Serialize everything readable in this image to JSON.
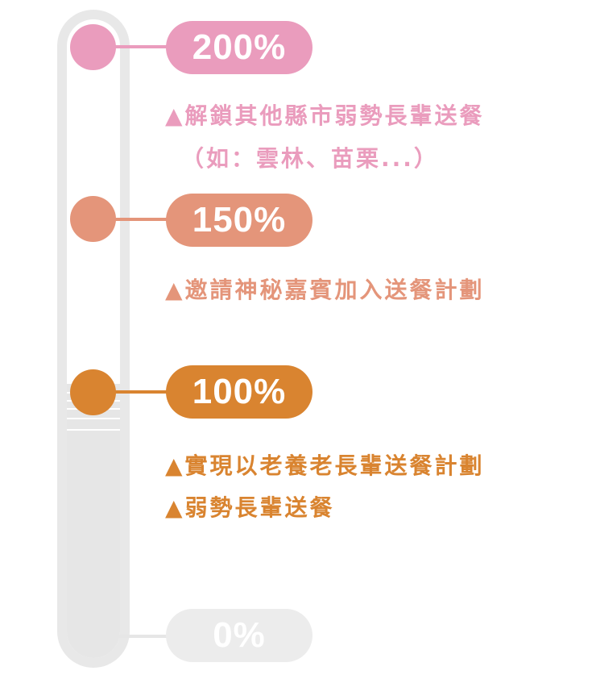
{
  "colors": {
    "m200": "#ea9cbd",
    "m150": "#e4957a",
    "m100": "#d98430",
    "m0": "#e6e6e6",
    "tube": "#e8e8e8"
  },
  "progress_percent": 100,
  "milestones": [
    {
      "label": "200%",
      "benefits": [
        "▲解鎖其他縣市弱勢長輩送餐",
        "（如：雲林、苗栗...）"
      ]
    },
    {
      "label": "150%",
      "benefits": [
        "▲邀請神秘嘉賓加入送餐計劃"
      ]
    },
    {
      "label": "100%",
      "benefits": [
        "▲實現以老養老長輩送餐計劃",
        "▲弱勢長輩送餐"
      ]
    },
    {
      "label": "0%",
      "benefits": []
    }
  ]
}
